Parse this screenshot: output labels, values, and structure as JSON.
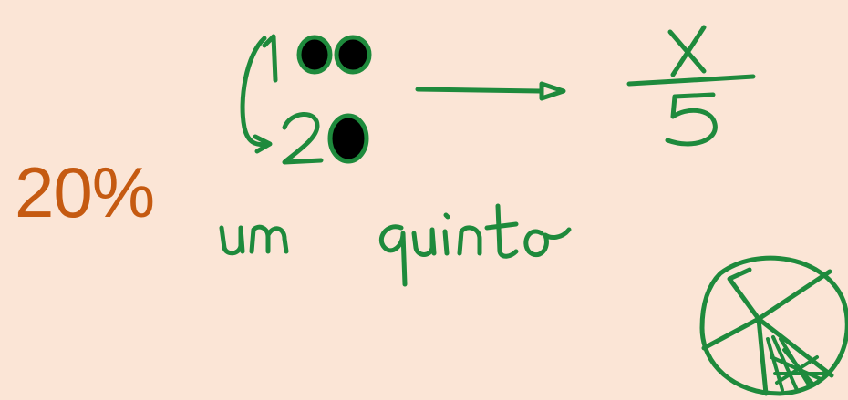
{
  "slide": {
    "percent_label": "20%",
    "handwriting": {
      "top_number": "100",
      "bottom_number": "20",
      "fraction_numerator": "x",
      "fraction_denominator": "5",
      "words": "um quinto"
    },
    "colors": {
      "background": "#fbe5d6",
      "percent_text": "#c55a11",
      "ink": "#1e8a3c"
    },
    "pie_sketch": {
      "slices": 5,
      "shaded_slices": 1
    }
  }
}
